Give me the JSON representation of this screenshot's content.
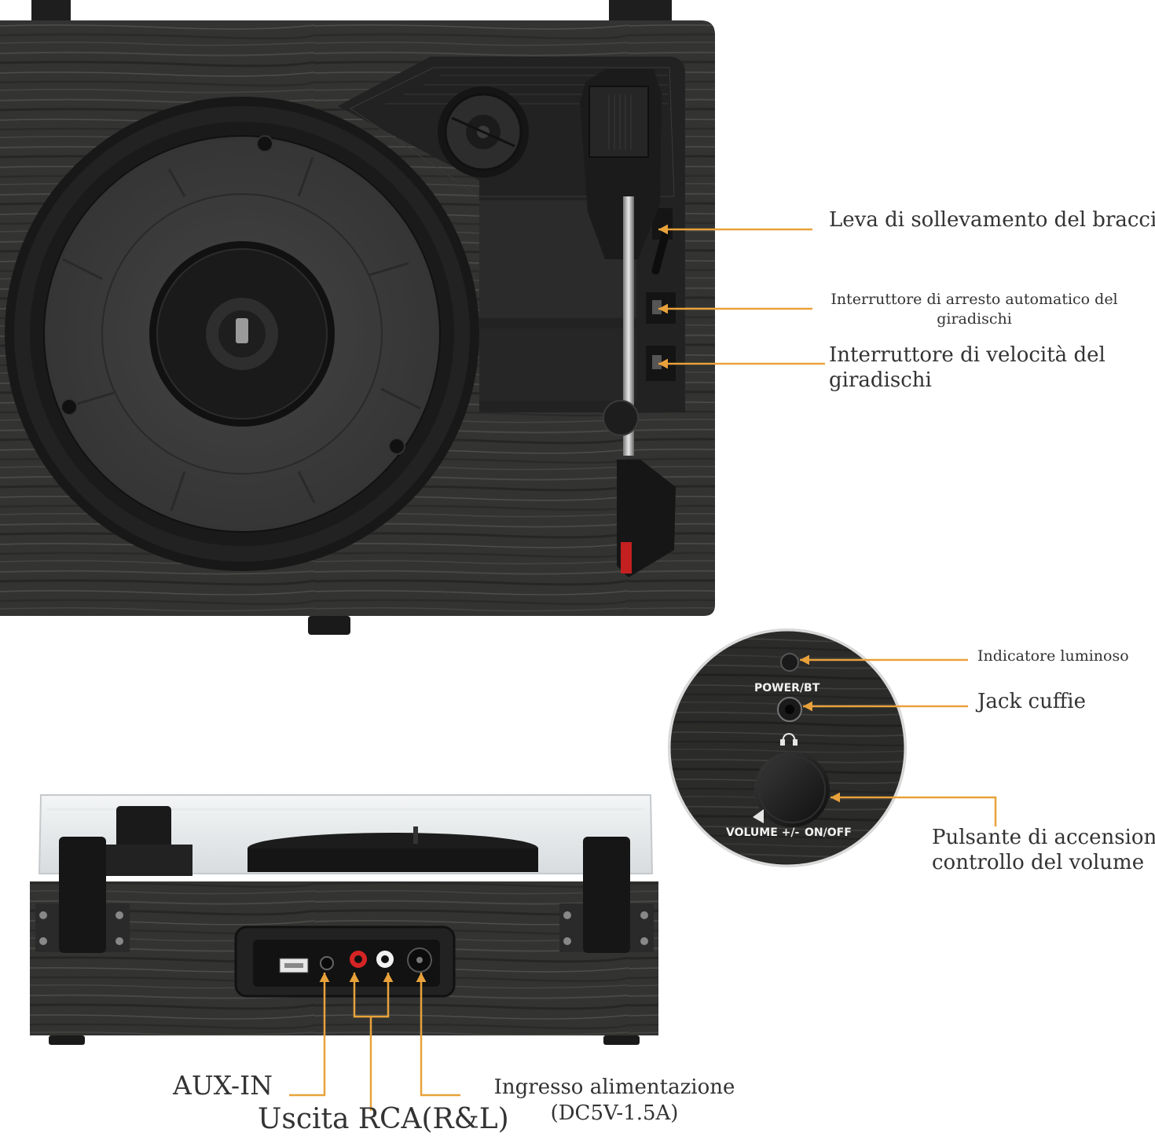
{
  "colors": {
    "leader": "#E9A23B",
    "wood_dark": "#2e2e2e",
    "wood_light": "#4a4a48",
    "platter": "#1c1c1c",
    "mat": "#3a3a3a",
    "plate": "#2a2a2a",
    "background": "#ffffff"
  },
  "callouts": {
    "lift_lever": "Leva di sollevamento del braccio",
    "auto_stop_line1": "Interruttore di arresto automatico del",
    "auto_stop_line2": "giradischi",
    "speed_line1": "Interruttore di velocità del",
    "speed_line2": "giradischi",
    "indicator": "Indicatore luminoso",
    "headphone": "Jack cuffie",
    "power_volume_line1": "Pulsante di accensione",
    "power_volume_line2": "controllo del volume",
    "aux_in": "AUX-IN",
    "rca_out": "Uscita RCA(R&L)",
    "power_in_line1": "Ingresso alimentazione",
    "power_in_line2": "(DC5V-1.5A)"
  },
  "panel": {
    "power_bt": "POWER/BT",
    "volume": "VOLUME +/-",
    "on_off": "ON/OFF"
  },
  "icons": {
    "headphone": "headphone-icon",
    "usb": "usb-port-icon"
  }
}
